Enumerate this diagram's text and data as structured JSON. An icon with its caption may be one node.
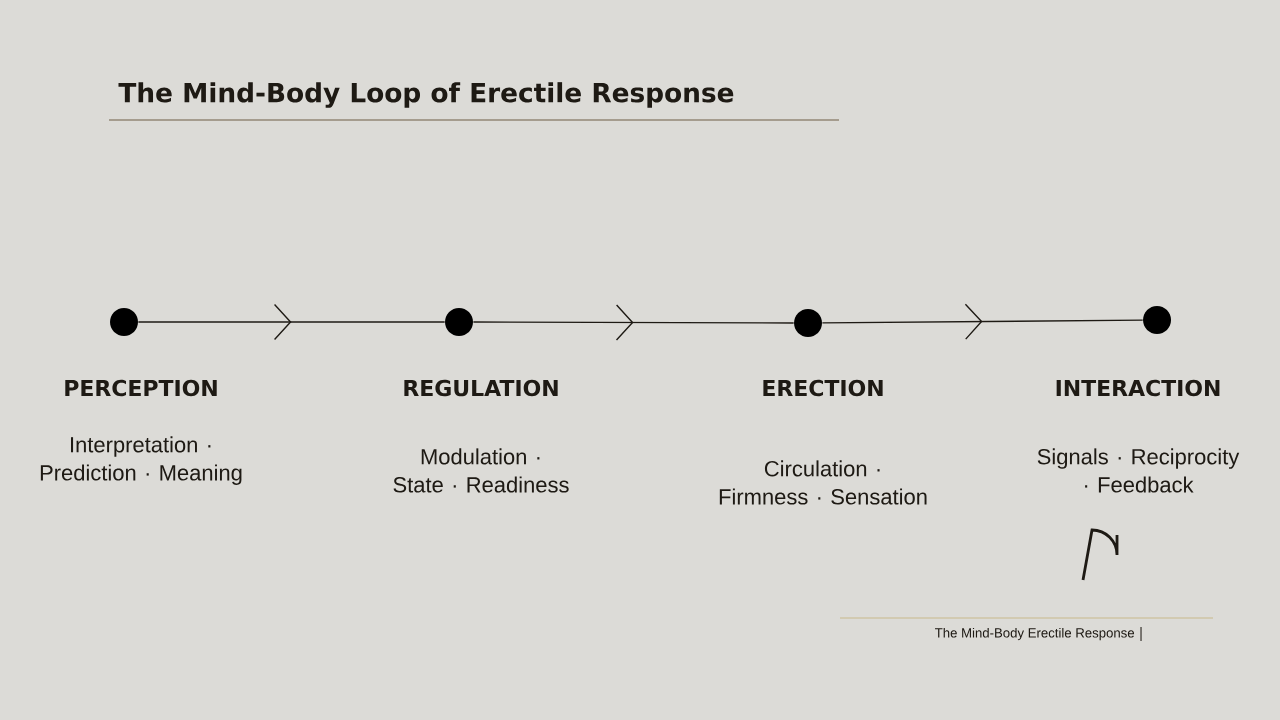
{
  "diagram": {
    "title": "The Mind-Body Loop of Erectile Response",
    "nodes": [
      {
        "text": [],
        "shape": "circle",
        "beside": [
          "PERCEPTION",
          "Interpretation · Prediction · Meaning"
        ]
      },
      {
        "text": [],
        "shape": "circle",
        "beside": [
          "REGULATION",
          "Modulation · State · Readiness"
        ]
      },
      {
        "text": [],
        "shape": "circle",
        "beside": [
          "ERECTION",
          "Circulation · Firmness · Sensation"
        ]
      },
      {
        "text": [],
        "shape": "circle",
        "beside": [
          "INTERACTION",
          "Signals · Reciprocity · Feedback"
        ]
      }
    ],
    "edges": [
      {
        "from": 0,
        "to": 1,
        "arrow": "to"
      },
      {
        "from": 1,
        "to": 2,
        "arrow": "to"
      },
      {
        "from": 2,
        "to": 3,
        "arrow": "to"
      }
    ],
    "labels": [
      "The Mind-Body Erectile Response"
    ]
  }
}
